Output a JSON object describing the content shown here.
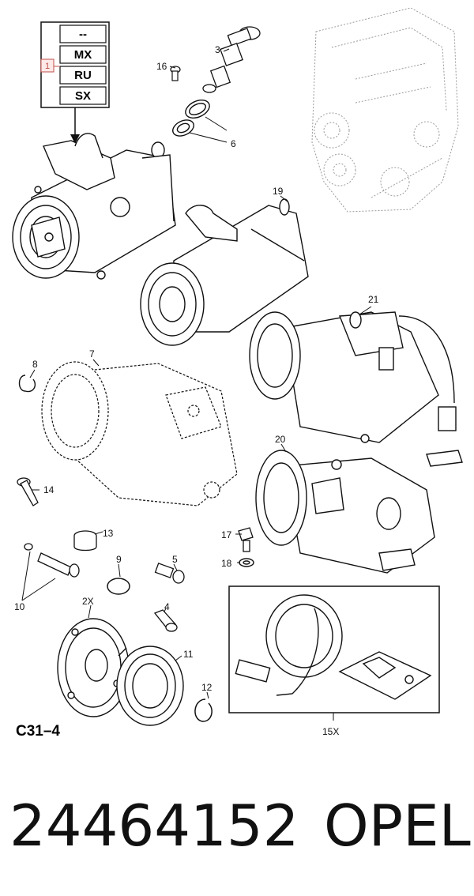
{
  "variant_box": {
    "callout": "1",
    "codes": [
      "--",
      "MX",
      "RU",
      "SX"
    ]
  },
  "labels": {
    "l3": "3",
    "l16": "16",
    "l6": "6",
    "l19": "19",
    "l21": "21",
    "l7": "7",
    "l8": "8",
    "l14": "14",
    "l20": "20",
    "l13": "13",
    "l17": "17",
    "l18": "18",
    "l9": "9",
    "l5": "5",
    "l10": "10",
    "l4": "4",
    "l2x": "2X",
    "l11": "11",
    "l12": "12",
    "l15x": "15X"
  },
  "diagram_code": "C31–4",
  "part_number": "24464152",
  "brand": "OPEL",
  "colors": {
    "line": "#111111",
    "faint": "#9a9a9a",
    "callout": "#c0504d"
  }
}
